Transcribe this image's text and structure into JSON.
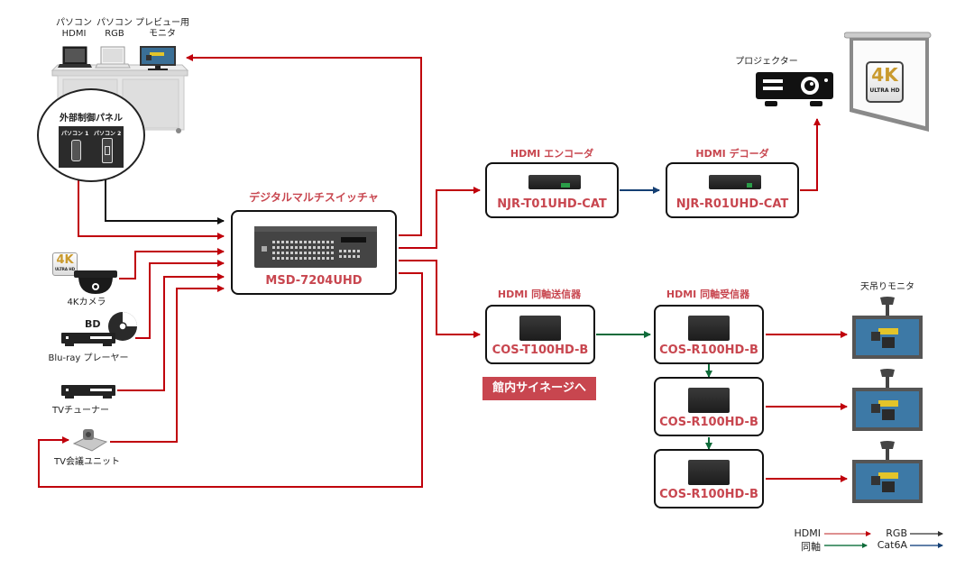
{
  "desk": {
    "items": [
      {
        "line1": "パソコン",
        "line2": "HDMI"
      },
      {
        "line1": "パソコン",
        "line2": "RGB"
      },
      {
        "line1": "プレビュー用",
        "line2": "モニタ"
      }
    ],
    "panel_title": "外部制御パネル",
    "panel_ports": [
      "パソコン 1",
      "パソコン 2"
    ]
  },
  "sources": {
    "camera": "4Kカメラ",
    "camera_badge": "4K",
    "camera_badge_sub": "ULTRA HD",
    "bluray": "Blu-ray プレーヤー",
    "bluray_badge": "BD",
    "tuner": "TVチューナー",
    "conference": "TV会議ユニット"
  },
  "switcher": {
    "title": "デジタルマルチスイッチャ",
    "model": "MSD-7204UHD"
  },
  "encoder": {
    "title": "HDMI エンコーダ",
    "model": "NJR-T01UHD-CAT"
  },
  "decoder": {
    "title": "HDMI デコーダ",
    "model": "NJR-R01UHD-CAT"
  },
  "projector": {
    "label": "プロジェクター",
    "screen_badge": "4K",
    "screen_badge_sub": "ULTRA HD"
  },
  "coax_tx": {
    "title": "HDMI 同軸送信器",
    "model": "COS-T100HD-B",
    "badge": "館内サイネージへ"
  },
  "coax_rx": {
    "title": "HDMI 同軸受信器",
    "units": [
      {
        "model": "COS-R100HD-B"
      },
      {
        "model": "COS-R100HD-B"
      },
      {
        "model": "COS-R100HD-B"
      }
    ]
  },
  "ceiling_monitor": {
    "label": "天吊りモニタ"
  },
  "legend": [
    {
      "label": "HDMI",
      "color": "#c0000b"
    },
    {
      "label": "RGB",
      "color": "#111111"
    },
    {
      "label": "同軸",
      "color": "#0e6b3a"
    },
    {
      "label": "Cat6A",
      "color": "#143f73"
    }
  ],
  "colors": {
    "hdmi": "#c0000b",
    "rgb": "#111111",
    "coax": "#0e6b3a",
    "cat6a": "#143f73",
    "accent": "#c8464f"
  }
}
